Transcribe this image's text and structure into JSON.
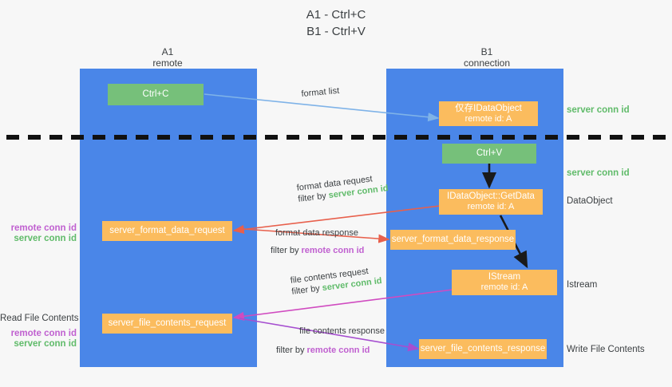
{
  "title": {
    "line1": "A1 - Ctrl+C",
    "line2": "B1 - Ctrl+V"
  },
  "columns": {
    "left": {
      "name": "A1",
      "sub": "remote"
    },
    "right": {
      "name": "B1",
      "sub": "connection"
    }
  },
  "nodes": {
    "ctrl_c": {
      "label": "Ctrl+C"
    },
    "ctrl_v": {
      "label": "Ctrl+V"
    },
    "idataobject": {
      "line1": "仅存IDataObject",
      "line2": "remote id: A"
    },
    "getdata": {
      "line1": "IDataObject::GetData",
      "line2": "remote id: A"
    },
    "istream": {
      "line1": "IStream",
      "line2": "remote id: A"
    },
    "server_format_data_request": {
      "label": "server_format_data_request"
    },
    "server_format_data_response": {
      "label": "server_format_data_response"
    },
    "server_file_contents_request": {
      "label": "server_file_contents_request"
    },
    "server_file_contents_response": {
      "label": "server_file_contents_response"
    }
  },
  "edges": {
    "format_list": {
      "label": "format list"
    },
    "format_data_request": {
      "line1": "format data request",
      "filter_prefix": "filter by ",
      "filter_value": "server conn id"
    },
    "format_data_response": {
      "line1": "format data response",
      "filter_prefix": "filter by ",
      "filter_value": "remote conn id"
    },
    "file_contents_request": {
      "line1": "file contents request",
      "filter_prefix": "filter by ",
      "filter_value": "server conn id"
    },
    "file_contents_response": {
      "line1": "file contents response",
      "filter_prefix": "filter by ",
      "filter_value": "remote conn id"
    }
  },
  "side_labels": {
    "right_server_conn_id_1": "server conn id",
    "right_server_conn_id_2": "server conn id",
    "right_dataobject": "DataObject",
    "right_istream": "Istream",
    "right_write_file_contents": "Write File Contents",
    "left_remote_conn_id_1": "remote conn id",
    "left_server_conn_id_1": "server conn id",
    "left_read_file_contents": "Read File Contents",
    "left_remote_conn_id_2": "remote conn id",
    "left_server_conn_id_2": "server conn id"
  },
  "colors": {
    "lane": "#4a86e8",
    "green_node": "#76c07a",
    "orange_node": "#fbbc5e",
    "green_text": "#60bb6a",
    "purple_text": "#c060d0",
    "blue_arrow": "#7fb3e8",
    "red_arrow": "#e8604c",
    "magenta_arrow": "#d04bc0",
    "purple_arrow": "#a64fd0",
    "black": "#1a1a1a",
    "background": "#f7f7f7"
  }
}
